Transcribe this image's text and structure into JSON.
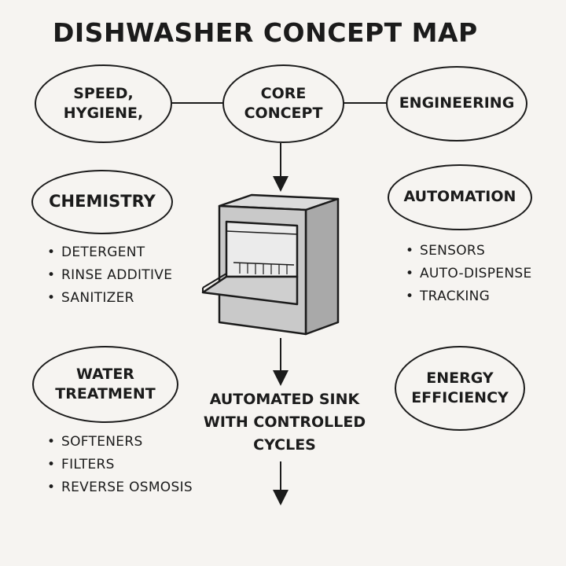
{
  "title": "DISHWASHER CONCEPT MAP",
  "nodes": {
    "speed_hygiene": {
      "line1": "SPEED,",
      "line2": "HYGIENE,"
    },
    "core_concept": {
      "line1": "CORE",
      "line2": "CONCEPT"
    },
    "engineering": {
      "line1": "ENGINEERING"
    },
    "chemistry": {
      "line1": "CHEMISTRY"
    },
    "automation": {
      "line1": "AUTOMATION"
    },
    "water_treatment": {
      "line1": "WATER",
      "line2": "TREATMENT"
    },
    "energy_efficiency": {
      "line1": "ENERGY",
      "line2": "EFFICIENCY"
    }
  },
  "lists": {
    "chemistry": [
      "DETERGENT",
      "RINSE ADDITIVE",
      "SANITIZER"
    ],
    "automation": [
      "SENSORS",
      "AUTO-DISPENSE",
      "TRACKING"
    ],
    "water_treatment": [
      "SOFTENERS",
      "FILTERS",
      "REVERSE OSMOSIS"
    ]
  },
  "center": {
    "line1": "AUTOMATED SINK",
    "line2": "WITH CONTROLLED",
    "line3": "CYCLES"
  },
  "colors": {
    "background": "#f6f4f1",
    "ink": "#1b1b1b",
    "machine_body": "#c9c9c9",
    "machine_side": "#a9a9a9",
    "machine_top": "#dcdcdc",
    "machine_interior": "#ebebeb"
  },
  "icons": [
    "dishwasher-illustration"
  ]
}
